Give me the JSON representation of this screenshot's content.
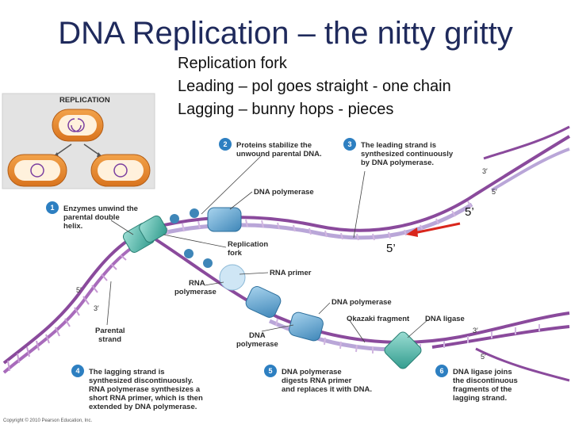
{
  "title": "DNA Replication – the nitty gritty",
  "bullets": [
    "Replication fork",
    "Leading – pol goes straight - one chain",
    "Lagging – bunny hops - pieces"
  ],
  "inset": {
    "label": "REPLICATION"
  },
  "steps": [
    {
      "num": "1",
      "lines": [
        "Enzymes unwind the",
        "parental double",
        "helix."
      ]
    },
    {
      "num": "2",
      "lines": [
        "Proteins stabilize the",
        "unwound parental DNA."
      ]
    },
    {
      "num": "3",
      "lines": [
        "The leading strand is",
        "synthesized continuously",
        "by DNA polymerase."
      ]
    },
    {
      "num": "4",
      "lines": [
        "The lagging strand is",
        "synthesized discontinuously.",
        "RNA polymerase synthesizes a",
        "short RNA primer, which is then",
        "extended by DNA polymerase."
      ]
    },
    {
      "num": "5",
      "lines": [
        "DNA polymerase",
        "digests RNA primer",
        "and replaces it with DNA."
      ]
    },
    {
      "num": "6",
      "lines": [
        "DNA ligase joins",
        "the discontinuous",
        "fragments of the",
        "lagging strand."
      ]
    }
  ],
  "labels": {
    "dna_polymerase_top": "DNA polymerase",
    "replication_fork": [
      "Replication",
      "fork"
    ],
    "rna_primer": "RNA primer",
    "rna_polymerase": [
      "RNA",
      "polymerase"
    ],
    "parental_strand": [
      "Parental",
      "strand"
    ],
    "dna_polymerase_mid": "DNA polymerase",
    "okazaki_fragment": "Okazaki fragment",
    "dna_ligase": "DNA ligase",
    "dna_polymerase_low": [
      "DNA",
      "polymerase"
    ]
  },
  "ends": {
    "top_3": "3′",
    "top_5": "5′",
    "left_5": "5′",
    "left_3": "3′",
    "bottom_3": "3′",
    "bottom_5": "5′"
  },
  "annotations": {
    "five_prime_a": "5’",
    "five_prime_b": "5’"
  },
  "copyright": "Copyright © 2010 Pearson Education, Inc.",
  "colors": {
    "strand_purple": "#8a4a9c",
    "strand_light": "#b9a6d8",
    "protein_blue": "#5aa0c8",
    "helicase_teal": "#4db3a6",
    "arrow_red": "#d9261c",
    "badge_blue": "#2d7fc1"
  }
}
